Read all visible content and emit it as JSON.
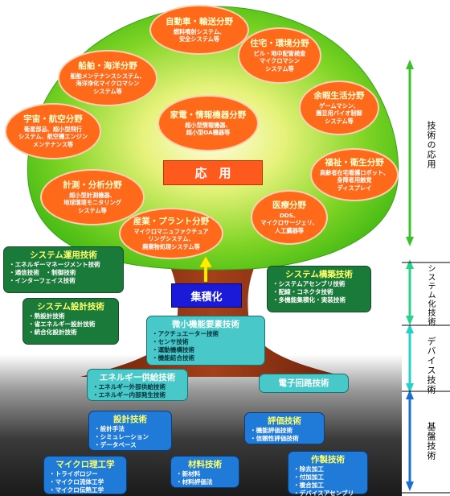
{
  "center": {
    "label": "応　用"
  },
  "integration": {
    "label": "集積化"
  },
  "fields": [
    {
      "title": "自動車・輸送分野",
      "desc": [
        "燃料噴射システム、",
        "安全システム等"
      ]
    },
    {
      "title": "船舶・海洋分野",
      "desc": [
        "船舶メンテナンスシステム、",
        "海洋浄化マイクロマシン",
        "システム等"
      ]
    },
    {
      "title": "住宅・環境分野",
      "desc": [
        "ビル・地中配管検査",
        "マイクロマシン",
        "システム等"
      ]
    },
    {
      "title": "余暇生活分野",
      "desc": [
        "ゲームマシン、",
        "園芸用バイオ制御",
        "システム等"
      ]
    },
    {
      "title": "家電・情報機器分野",
      "desc": [
        "超小型情報機器、",
        "超小型OA機器等"
      ]
    },
    {
      "title": "宇宙・航空分野",
      "desc": [
        "衛星部品、超小型飛行",
        "システム、航空機エンジン",
        "メンテナンス等"
      ]
    },
    {
      "title": "福祉・衛生分野",
      "desc": [
        "高齢者在宅看護ロボット、",
        "身障者用触覚",
        "ディスプレイ"
      ]
    },
    {
      "title": "計測・分析分野",
      "desc": [
        "超小型計測機器、",
        "地球環境モニタリング",
        "システム等"
      ]
    },
    {
      "title": "医療分野",
      "desc": [
        "DDS、",
        "マイクロサージェリ、",
        "人工臓器等"
      ]
    },
    {
      "title": "産業・プラント分野",
      "desc": [
        "マイクロマニュファクチュア",
        "リングシステム、",
        "廃棄物処理システム等"
      ]
    }
  ],
  "boxes": {
    "system_operation": {
      "title": "システム運用技術",
      "items": [
        "エネルギーマネージメント技術",
        "通信技術　・制御技術",
        "インターフェイス技術"
      ]
    },
    "system_design": {
      "title": "システム設計技術",
      "items": [
        "熱設計技術",
        "省エネルギー設計技術",
        "統合化設計技術"
      ]
    },
    "system_construction": {
      "title": "システム構築技術",
      "items": [
        "システムアセンブリ技術",
        "配線・コネクタ技術",
        "多機能集積化・実装技術"
      ]
    },
    "micro_function": {
      "title": "微小機能要素技術",
      "items": [
        "アクチュエーター技術",
        "センサ技術",
        "運動機構技術",
        "機能結合技術"
      ]
    },
    "energy_supply": {
      "title": "エネルギー供給技術",
      "items": [
        "エネルギー外部供給技術",
        "エネルギー内部発生技術"
      ]
    },
    "electronic_circuit": {
      "title": "電子回路技術",
      "items": []
    },
    "design_tech": {
      "title": "設計技術",
      "items": [
        "設計手法",
        "シミュレーション",
        "データベース"
      ]
    },
    "evaluation_tech": {
      "title": "評価技術",
      "items": [
        "機能評価技術",
        "信頼性評価技術"
      ]
    },
    "micro_engineering": {
      "title": "マイクロ理工学",
      "items": [
        "トライボロジー",
        "マイクロ流体工学",
        "マイクロ伝熱工学"
      ]
    },
    "materials_tech": {
      "title": "材料技術",
      "items": [
        "新材料",
        "材料評価法"
      ]
    },
    "fabrication_tech": {
      "title": "作製技術",
      "items": [
        "除去加工",
        "付加加工",
        "複合加工",
        "デバイスアセンブリ"
      ]
    }
  },
  "side_labels": {
    "application": "技術の応用",
    "systemization": "システム化技術",
    "device": "デバイス技術",
    "foundation": "基盤技術"
  },
  "colors": {
    "crown": "#6ccc1a",
    "trunk": "#8a2e10",
    "field_bubble": "#ff6a1a",
    "center_box": "#ff5a1e",
    "integration_box": "#1a1ad8",
    "arrow_up": "#ffee00",
    "green_box": "#1a7a3a",
    "teal_box": "#48c8c8",
    "blue_box": "#1f7ad8"
  }
}
